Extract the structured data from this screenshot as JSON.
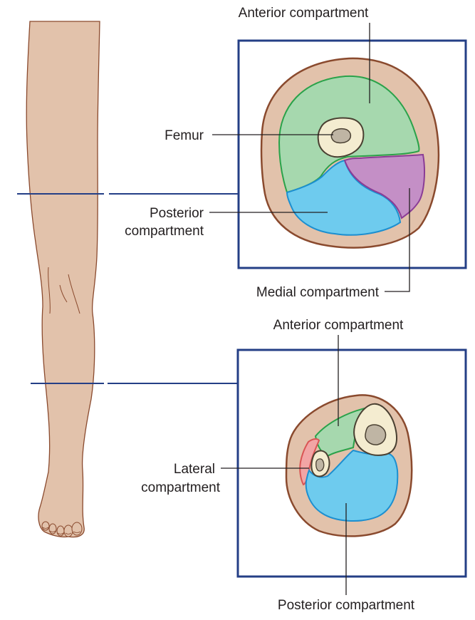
{
  "colors": {
    "skin": "#e2c2ab",
    "skin_outline": "#8a4a2e",
    "frame": "#243f86",
    "anterior": "#a6d8ae",
    "anterior_outline": "#2aa24a",
    "posterior": "#6ecbee",
    "posterior_outline": "#1c8fd0",
    "medial": "#c48fc6",
    "medial_outline": "#8a3c96",
    "lateral": "#f2a5a5",
    "lateral_outline": "#d95454",
    "bone": "#f4ecd0",
    "bone_outline": "#4a4032",
    "marrow": "#bfb5a4",
    "leader": "#231f20"
  },
  "thigh_section": {
    "anterior_label": "Anterior compartment",
    "femur_label": "Femur",
    "posterior_label_line1": "Posterior",
    "posterior_label_line2": "compartment",
    "medial_label": "Medial compartment"
  },
  "leg_section": {
    "anterior_label": "Anterior compartment",
    "lateral_label_line1": "Lateral",
    "lateral_label_line2": "compartment",
    "posterior_label": "Posterior compartment"
  }
}
